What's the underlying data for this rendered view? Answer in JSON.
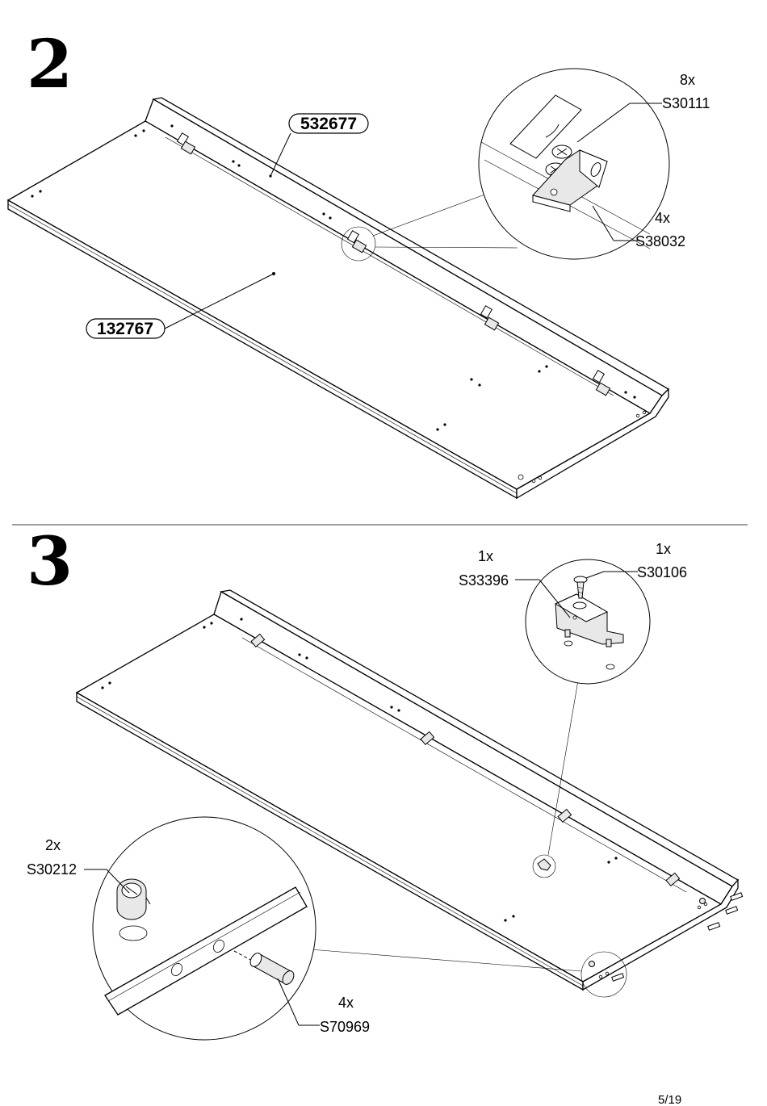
{
  "steps": [
    {
      "number": "2",
      "board_labels": [
        "532677",
        "132767"
      ],
      "callouts": [
        {
          "qty": "8x",
          "code": "S30111"
        },
        {
          "qty": "4x",
          "code": "S38032"
        }
      ]
    },
    {
      "number": "3",
      "callouts": [
        {
          "qty": "1x",
          "code": "S33396"
        },
        {
          "qty": "1x",
          "code": "S30106"
        },
        {
          "qty": "2x",
          "code": "S30212"
        },
        {
          "qty": "4x",
          "code": "S70969"
        }
      ]
    }
  ],
  "page_number": "5/19"
}
